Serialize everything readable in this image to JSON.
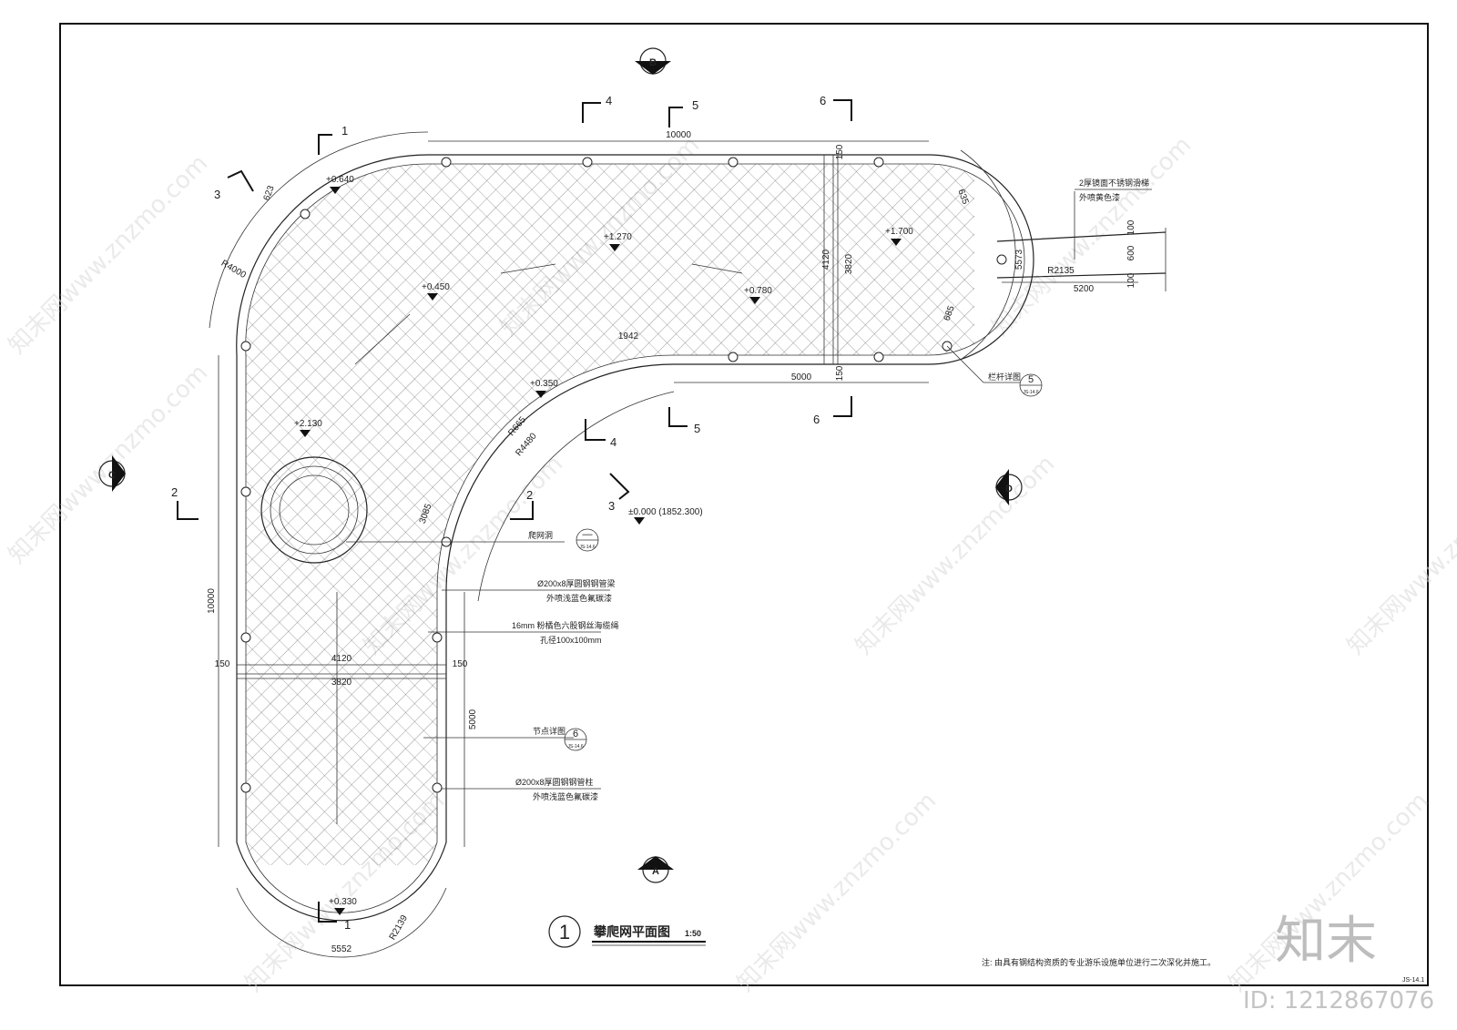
{
  "drawing": {
    "title": "攀爬网平面图",
    "scale": "1:50",
    "detail_no": "1",
    "sheet_no": "JS-14.1",
    "note": "注: 由具有钢结构资质的专业游乐设施单位进行二次深化并施工。",
    "brand": "知末",
    "id_label": "ID: 1212867076",
    "watermark": "知末网www.znzmo.com"
  },
  "section_marks": [
    "1",
    "2",
    "3",
    "4",
    "5",
    "6"
  ],
  "elevation_marks": [
    "A",
    "B",
    "C",
    "D"
  ],
  "levels": [
    "+0.640",
    "+1.270",
    "+1.700",
    "+0.450",
    "+0.780",
    "+0.350",
    "+2.130",
    "+0.330",
    "±0.000 (1852.300)"
  ],
  "dimensions": [
    "10000",
    "5000",
    "10000",
    "5000",
    "4120",
    "3820",
    "4120",
    "3820",
    "150",
    "150",
    "150",
    "150",
    "R4000",
    "R2135",
    "R2139",
    "R4480",
    "R665",
    "5552",
    "5573",
    "5200",
    "1942",
    "3085",
    "623",
    "635",
    "685",
    "100",
    "600",
    "100"
  ],
  "callouts": [
    {
      "text": "2厚镜面不锈钢滑梯",
      "sub": "外喷黄色漆"
    },
    {
      "text": "栏杆详图",
      "ref": "5",
      "sheet": "JS-14.6"
    },
    {
      "text": "爬网洞",
      "ref": "—",
      "sheet": "JS-14.6"
    },
    {
      "text": "Ø200x8厚圆钢钢管梁",
      "sub": "外喷浅蓝色氟碳漆"
    },
    {
      "text": "16mm 粉橘色六股钢丝海缆绳",
      "sub": "孔径100x100mm"
    },
    {
      "text": "节点详图",
      "ref": "6",
      "sheet": "JS-14.6"
    },
    {
      "text": "Ø200x8厚圆钢钢管柱",
      "sub": "外喷浅蓝色氟碳漆"
    }
  ]
}
